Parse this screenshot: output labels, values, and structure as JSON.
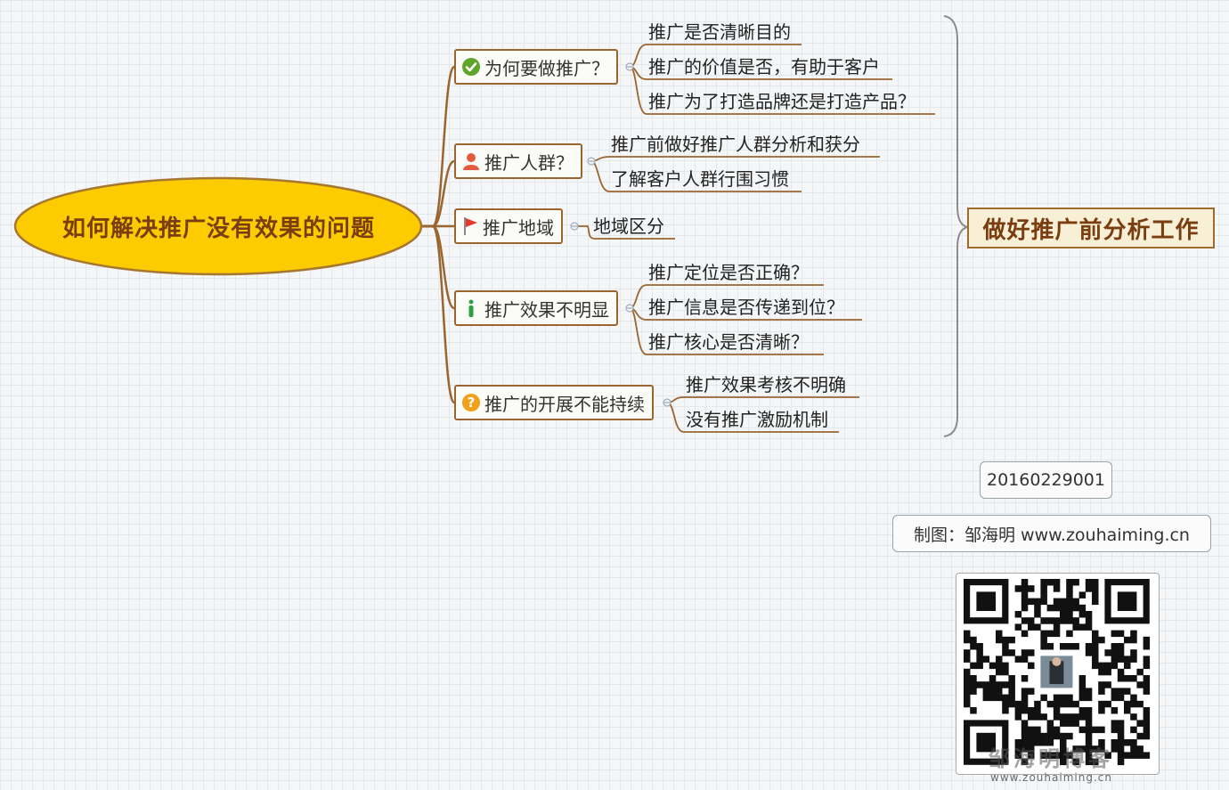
{
  "central_topic": "如何解决推广没有效果的问题",
  "branches": [
    {
      "icon": "check-icon",
      "label": "为何要做推广？",
      "children": [
        "推广是否清晰目的",
        "推广的价值是否，有助于客户",
        "推广为了打造品牌还是打造产品？"
      ]
    },
    {
      "icon": "person-icon",
      "label": "推广人群？",
      "children": [
        "推广前做好推广人群分析和获分",
        "了解客户人群行围习惯"
      ]
    },
    {
      "icon": "flag-icon",
      "label": "推广地域",
      "children": [
        "地域区分"
      ]
    },
    {
      "icon": "info-icon",
      "label": "推广效果不明显",
      "children": [
        "推广定位是否正确？",
        "推广信息是否传递到位？",
        "推广核心是否清晰？"
      ]
    },
    {
      "icon": "question-icon",
      "label": "推广的开展不能持续",
      "children": [
        "推广效果考核不明确",
        "没有推广激励机制"
      ]
    }
  ],
  "summary": "做好推广前分析工作",
  "code_label": "20160229001",
  "credit_label": "制图：邹海明  www.zouhaiming.cn",
  "qr": {
    "overlay_text": "邹海明博客",
    "caption": "www.zouhaiming.cn"
  },
  "colors": {
    "central_fill": "#fccb00",
    "branch_line": "#9b6530",
    "summary_fill": "#f7efd6",
    "check": "#5ea52a",
    "person": "#e35a3c",
    "flag": "#e33a2a",
    "info": "#2ea043",
    "question": "#f0a01a"
  }
}
